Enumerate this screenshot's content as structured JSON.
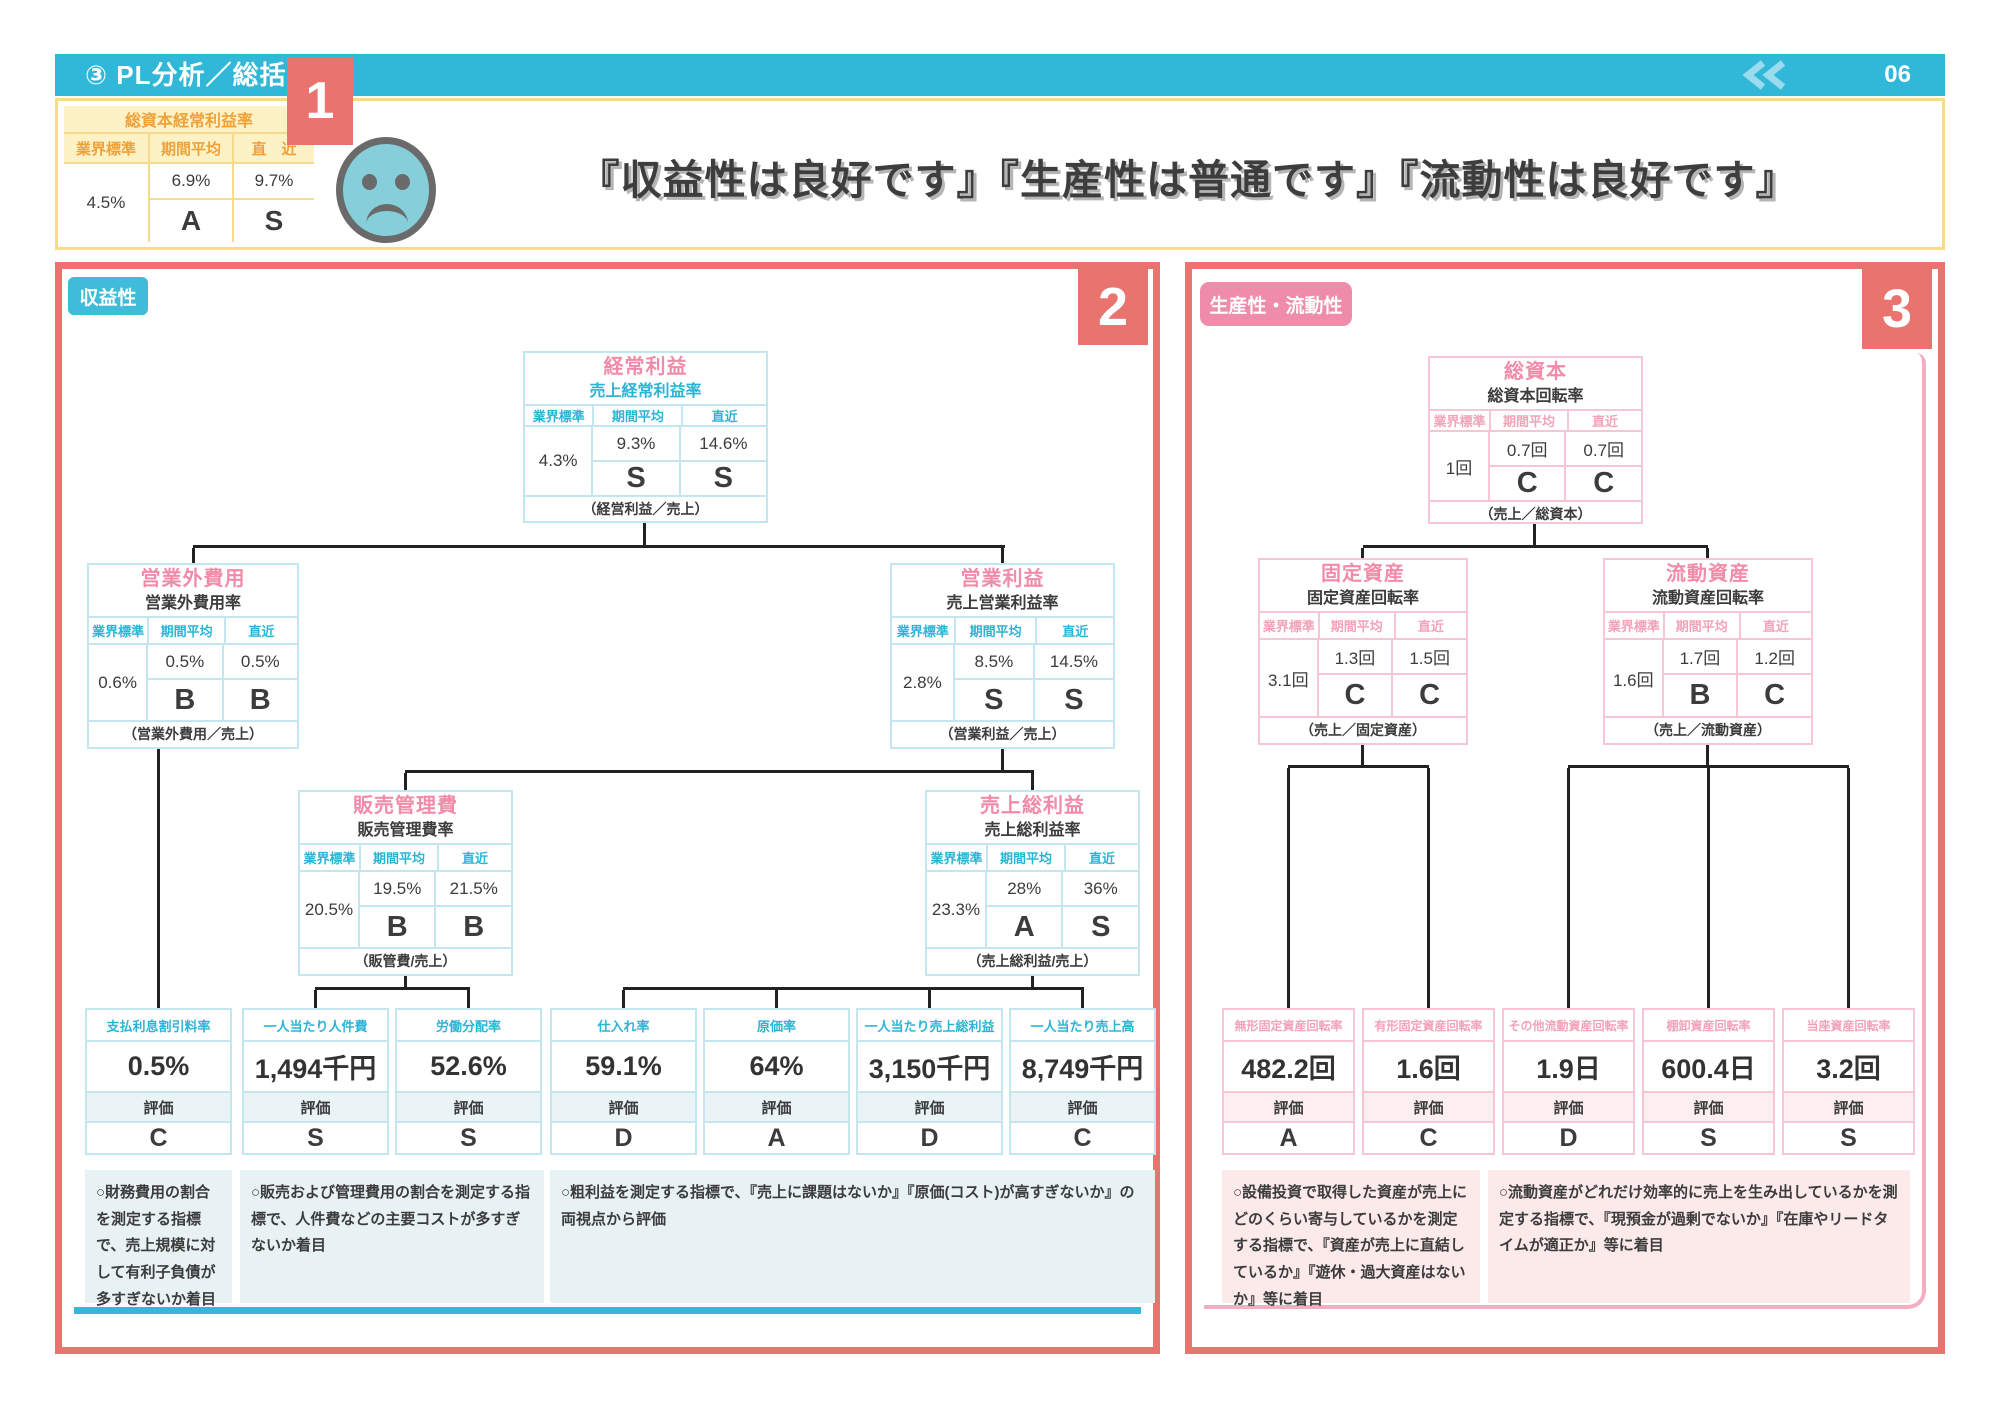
{
  "page": {
    "header_title": "③ PL分析／総括",
    "page_number": "06"
  },
  "labels": {
    "eval": "評価"
  },
  "tree_headers": [
    "業界標準",
    "期間平均",
    "直近"
  ],
  "badges": {
    "one": "1",
    "two": "2",
    "three": "3"
  },
  "icons": {
    "chevron": "double-chevron-left-icon",
    "face": "sad-face-icon"
  },
  "colors": {
    "header_cyan": "#31b7d8",
    "panel_border_salmon": "#e8736f",
    "badge_red": "#e8736f",
    "yellow_border": "#f8da8c",
    "cream_bg": "#fdf2c6",
    "orange_text": "#f0a139",
    "title_pink": "#f28ba8",
    "cyan_text": "#2cb4d6",
    "pink_text": "#f3a3b8",
    "light_cyan_border": "#c3e6ef",
    "light_pink_border": "#f6c6d2",
    "label_cyan_bg": "#3ebcd9",
    "label_pink_bg": "#ee8ca9",
    "face_blue": "#85ceda",
    "dark_text": "#3c3c3c"
  },
  "summary": {
    "table": {
      "title": "総資本経常利益率",
      "headers": [
        "業界標準",
        "期間平均",
        "直　近"
      ],
      "standard": "4.5%",
      "avg_value": "6.9%",
      "recent_value": "9.7%",
      "avg_grade": "A",
      "recent_grade": "S"
    },
    "message": "『収益性は良好です』『生産性は普通です』『流動性は良好です』"
  },
  "profitability": {
    "label": "収益性",
    "boxes": {
      "keijo": {
        "title": "経常利益",
        "subtitle": "売上経常利益率",
        "standard": "4.3%",
        "avg": "9.3%",
        "avg_grade": "S",
        "recent": "14.6%",
        "recent_grade": "S",
        "formula": "（経営利益／売上）"
      },
      "eigyogai": {
        "title": "営業外費用",
        "subtitle": "営業外費用率",
        "standard": "0.6%",
        "avg": "0.5%",
        "avg_grade": "B",
        "recent": "0.5%",
        "recent_grade": "B",
        "formula": "（営業外費用／売上）"
      },
      "eigyo": {
        "title": "営業利益",
        "subtitle": "売上営業利益率",
        "standard": "2.8%",
        "avg": "8.5%",
        "avg_grade": "S",
        "recent": "14.5%",
        "recent_grade": "S",
        "formula": "（営業利益／売上）"
      },
      "hanbai": {
        "title": "販売管理費",
        "subtitle": "販売管理費率",
        "standard": "20.5%",
        "avg": "19.5%",
        "avg_grade": "B",
        "recent": "21.5%",
        "recent_grade": "B",
        "formula": "（販管費/売上）"
      },
      "sourieki": {
        "title": "売上総利益",
        "subtitle": "売上総利益率",
        "standard": "23.3%",
        "avg": "28%",
        "avg_grade": "A",
        "recent": "36%",
        "recent_grade": "S",
        "formula": "（売上総利益/売上）"
      }
    },
    "metrics": [
      {
        "label": "支払利息割引料率",
        "value": "0.5%",
        "grade": "C"
      },
      {
        "label": "一人当たり人件費",
        "value": "1,494千円",
        "grade": "S"
      },
      {
        "label": "労働分配率",
        "value": "52.6%",
        "grade": "S"
      },
      {
        "label": "仕入れ率",
        "value": "59.1%",
        "grade": "D"
      },
      {
        "label": "原価率",
        "value": "64%",
        "grade": "A"
      },
      {
        "label": "一人当たり売上総利益",
        "value": "3,150千円",
        "grade": "D"
      },
      {
        "label": "一人当たり売上高",
        "value": "8,749千円",
        "grade": "C"
      }
    ],
    "notes": [
      "○財務費用の割合を測定する指標で、売上規模に対して有利子負債が多すぎないか着目",
      "○販売および管理費用の割合を測定する指標で、人件費などの主要コストが多すぎないか着目",
      "○粗利益を測定する指標で、『売上に課題はないか』『原価(コスト)が高すぎないか』の両視点から評価"
    ]
  },
  "productivity": {
    "label": "生産性・流動性",
    "boxes": {
      "soshihon": {
        "title": "総資本",
        "subtitle": "総資本回転率",
        "standard": "1回",
        "avg": "0.7回",
        "avg_grade": "C",
        "recent": "0.7回",
        "recent_grade": "C",
        "formula": "（売上／総資本）"
      },
      "kotei": {
        "title": "固定資産",
        "subtitle": "固定資産回転率",
        "standard": "3.1回",
        "avg": "1.3回",
        "avg_grade": "C",
        "recent": "1.5回",
        "recent_grade": "C",
        "formula": "（売上／固定資産）"
      },
      "ryudo": {
        "title": "流動資産",
        "subtitle": "流動資産回転率",
        "standard": "1.6回",
        "avg": "1.7回",
        "avg_grade": "B",
        "recent": "1.2回",
        "recent_grade": "C",
        "formula": "（売上／流動資産）"
      }
    },
    "metrics": [
      {
        "label": "無形固定資産回転率",
        "value": "482.2回",
        "grade": "A"
      },
      {
        "label": "有形固定資産回転率",
        "value": "1.6回",
        "grade": "C"
      },
      {
        "label": "その他流動資産回転率",
        "value": "1.9日",
        "grade": "D"
      },
      {
        "label": "棚卸資産回転率",
        "value": "600.4日",
        "grade": "S"
      },
      {
        "label": "当座資産回転率",
        "value": "3.2回",
        "grade": "S"
      }
    ],
    "notes": [
      "○設備投資で取得した資産が売上にどのくらい寄与しているかを測定する指標で、『資産が売上に直結しているか』『遊休・過大資産はないか』等に着目",
      "○流動資産がどれだけ効率的に売上を生み出しているかを測定する指標で、『現預金が過剰でないか』『在庫やリードタイムが適正か』等に着目"
    ]
  }
}
